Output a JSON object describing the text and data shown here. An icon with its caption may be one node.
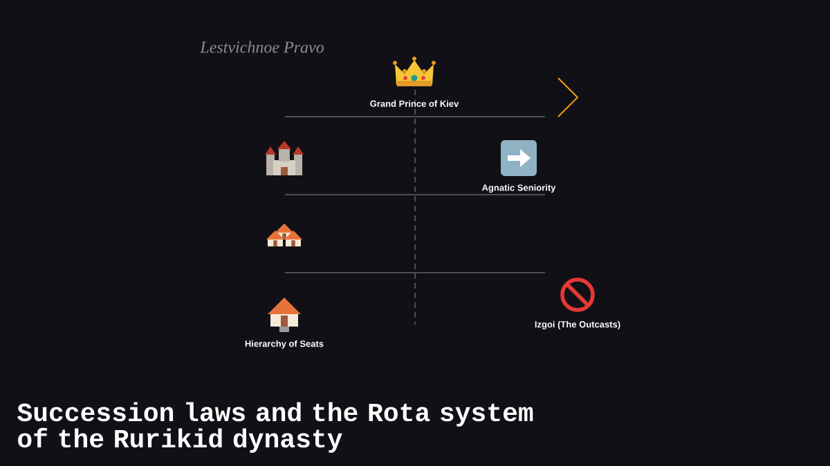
{
  "diagram": {
    "title": "Succession laws and the Rota system of the Rurikid dynasty",
    "nodes": [
      {
        "text": [
          "Grand Prince of Kiev"
        ]
      },
      {
        "text": [],
        "shape": "picture"
      },
      {
        "text": [
          "Agnatic Seniority"
        ]
      },
      {
        "text": [],
        "shape": "picture"
      },
      {
        "text": [
          "Izgoi (The Outcasts)"
        ]
      },
      {
        "text": [
          "Hierarchy of Seats"
        ]
      }
    ],
    "labels": [
      "Lestvichnoe Pravo"
    ]
  }
}
